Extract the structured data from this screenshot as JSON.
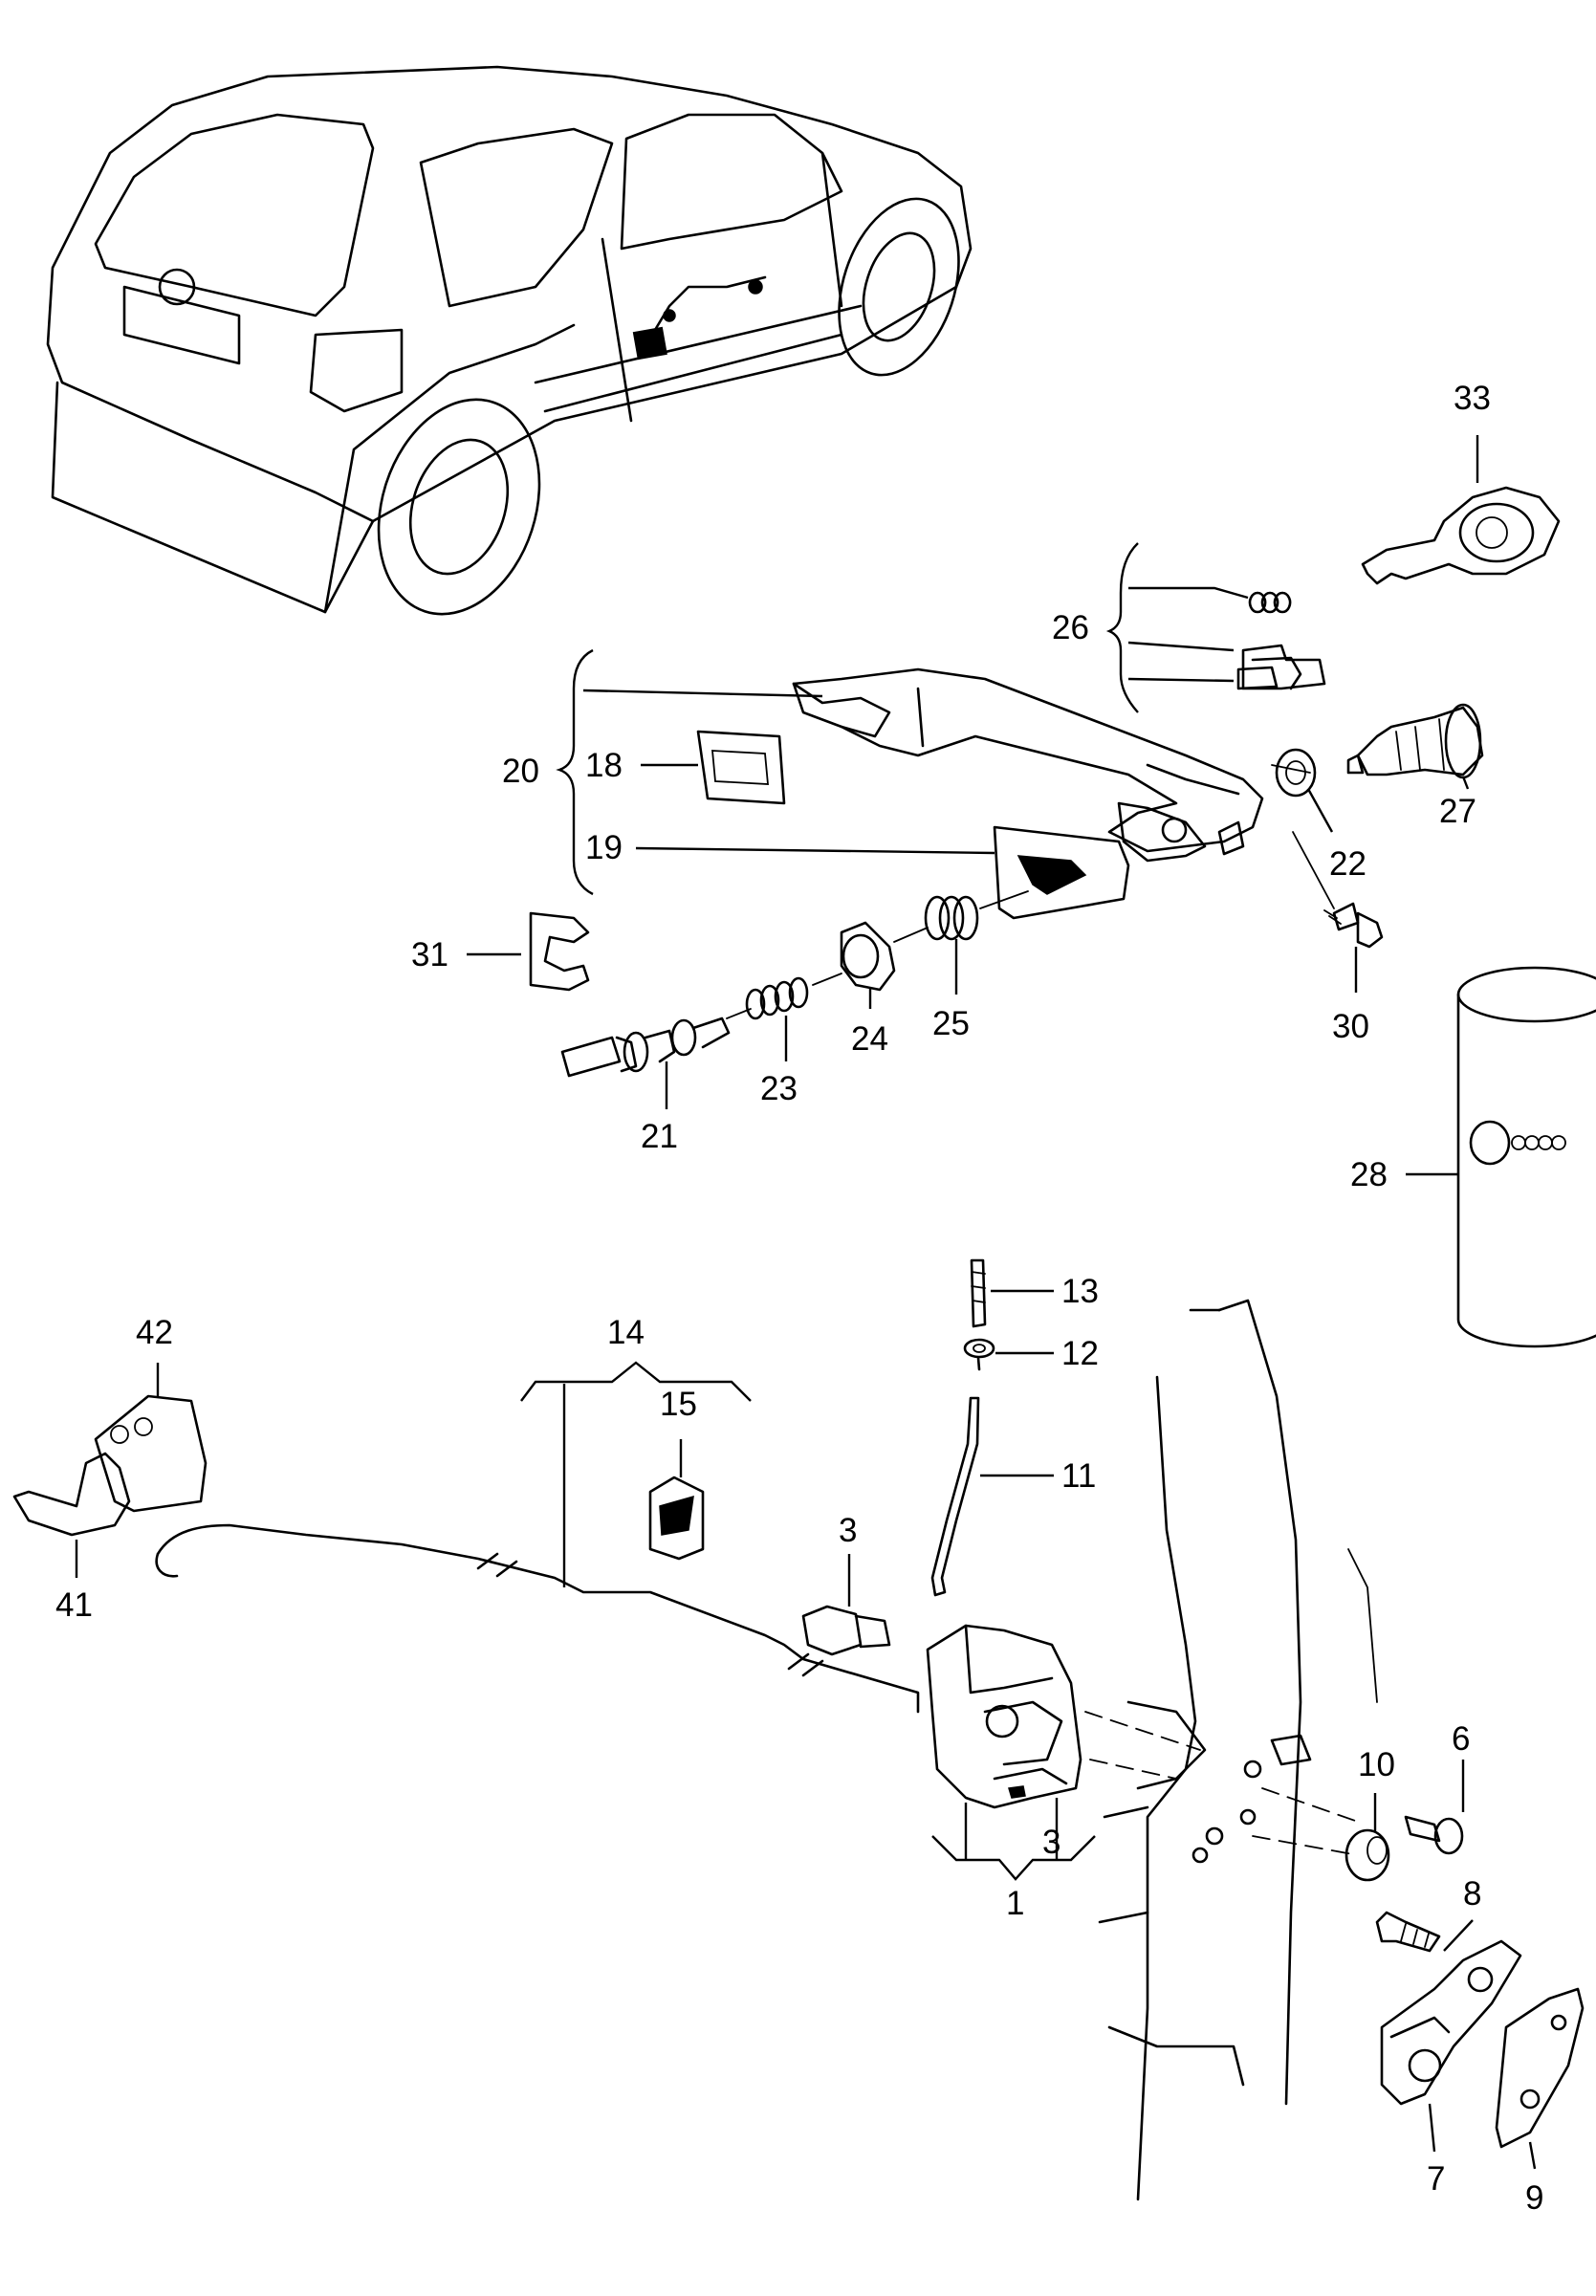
{
  "callouts": {
    "c1": "1",
    "c3a": "3",
    "c3b": "3",
    "c6": "6",
    "c7": "7",
    "c8": "8",
    "c9": "9",
    "c10": "10",
    "c11": "11",
    "c12": "12",
    "c13": "13",
    "c14": "14",
    "c15": "15",
    "c18": "18",
    "c19": "19",
    "c20": "20",
    "c21": "21",
    "c22": "22",
    "c23": "23",
    "c24": "24",
    "c25": "25",
    "c26": "26",
    "c27": "27",
    "c28": "28",
    "c30": "30",
    "c31": "31",
    "c33": "33",
    "c41": "41",
    "c42": "42"
  }
}
